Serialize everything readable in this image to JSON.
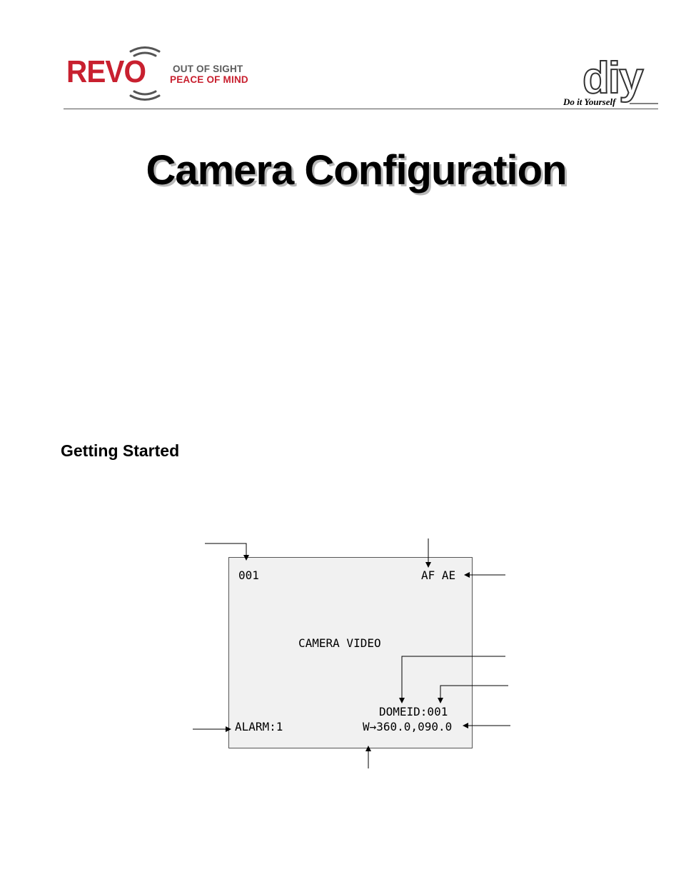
{
  "header": {
    "brand": "REVO",
    "tagline_line1": "OUT OF SIGHT",
    "tagline_line2": "PEACE OF MIND",
    "secondary_logo_text": "diy",
    "secondary_logo_caption": "Do it Yourself",
    "colors": {
      "brand_red": "#c8202f",
      "tagline_gray": "#5b5b5b",
      "logo_arcs": "#555555"
    }
  },
  "document": {
    "title": "Camera Configuration",
    "section_heading": "Getting Started"
  },
  "osd_screen": {
    "camera_number": "001",
    "focus_exposure": "AF AE",
    "center_label": "CAMERA VIDEO",
    "dome_id": "DOMEID:001",
    "alarm": "ALARM:1",
    "position": "W→360.0,090.0"
  }
}
